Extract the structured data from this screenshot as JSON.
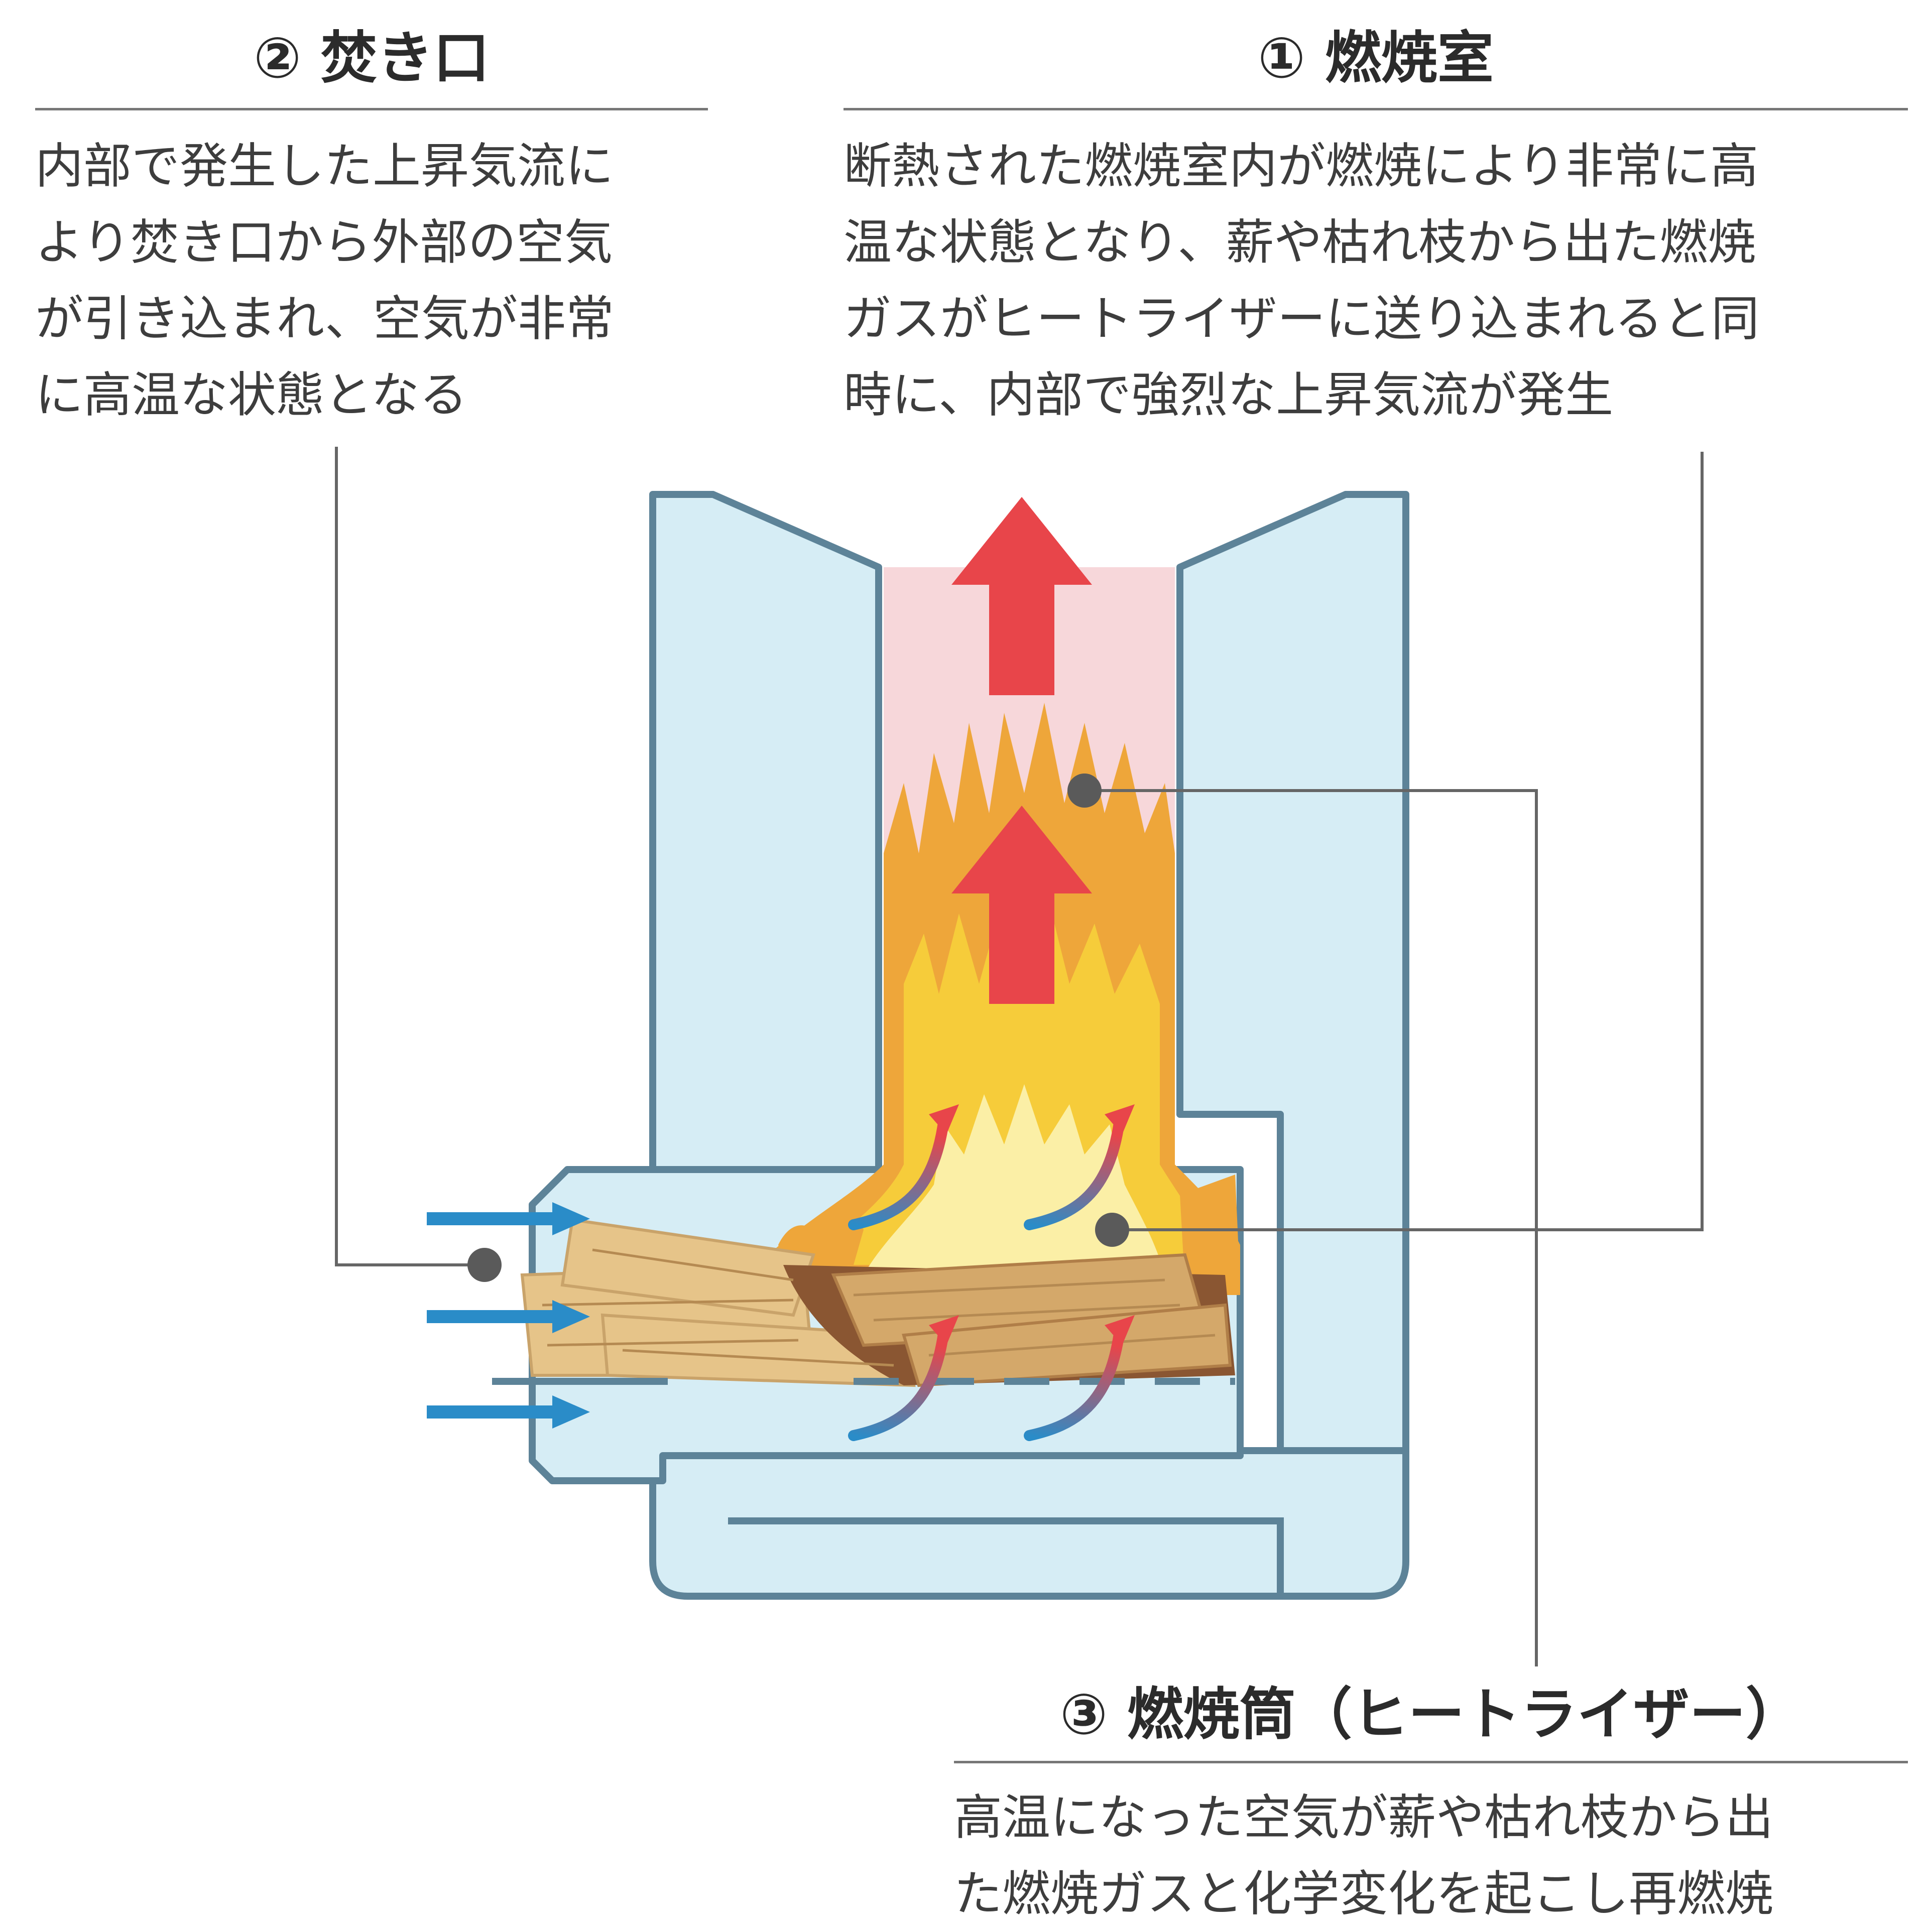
{
  "labels": {
    "takiguchi": {
      "title": "② 焚き口",
      "lines": [
        "内部で発生した上昇気流に",
        "より焚き口から外部の空気",
        "が引き込まれ、空気が非常",
        "に高温な状態となる"
      ]
    },
    "nenshoshitsu": {
      "title": "① 燃焼室",
      "lines": [
        "断熱された燃焼室内が燃焼により非常に高",
        "温な状態となり、薪や枯れ枝から出た燃焼",
        "ガスがヒートライザーに送り込まれると同",
        "時に、内部で強烈な上昇気流が発生"
      ]
    },
    "nenshotou": {
      "title": "③ 燃焼筒（ヒートライザー）",
      "lines": [
        "高温になった空気が薪や枯れ枝から出",
        "た燃焼ガスと化学変化を起こし再燃焼"
      ]
    }
  },
  "colors": {
    "stove_fill": "#d6edf5",
    "stove_outline": "#5d8398",
    "riser_glow": "#f7d7da",
    "flame_outer": "#eea63a",
    "flame_mid": "#f6cc3a",
    "flame_inner": "#fbefa6",
    "hot_arrow": "#e8454a",
    "air_arrow": "#2a8cc8",
    "leader_line": "#666666",
    "wood_light": "#e6c489",
    "wood_dark": "#8a5632"
  }
}
